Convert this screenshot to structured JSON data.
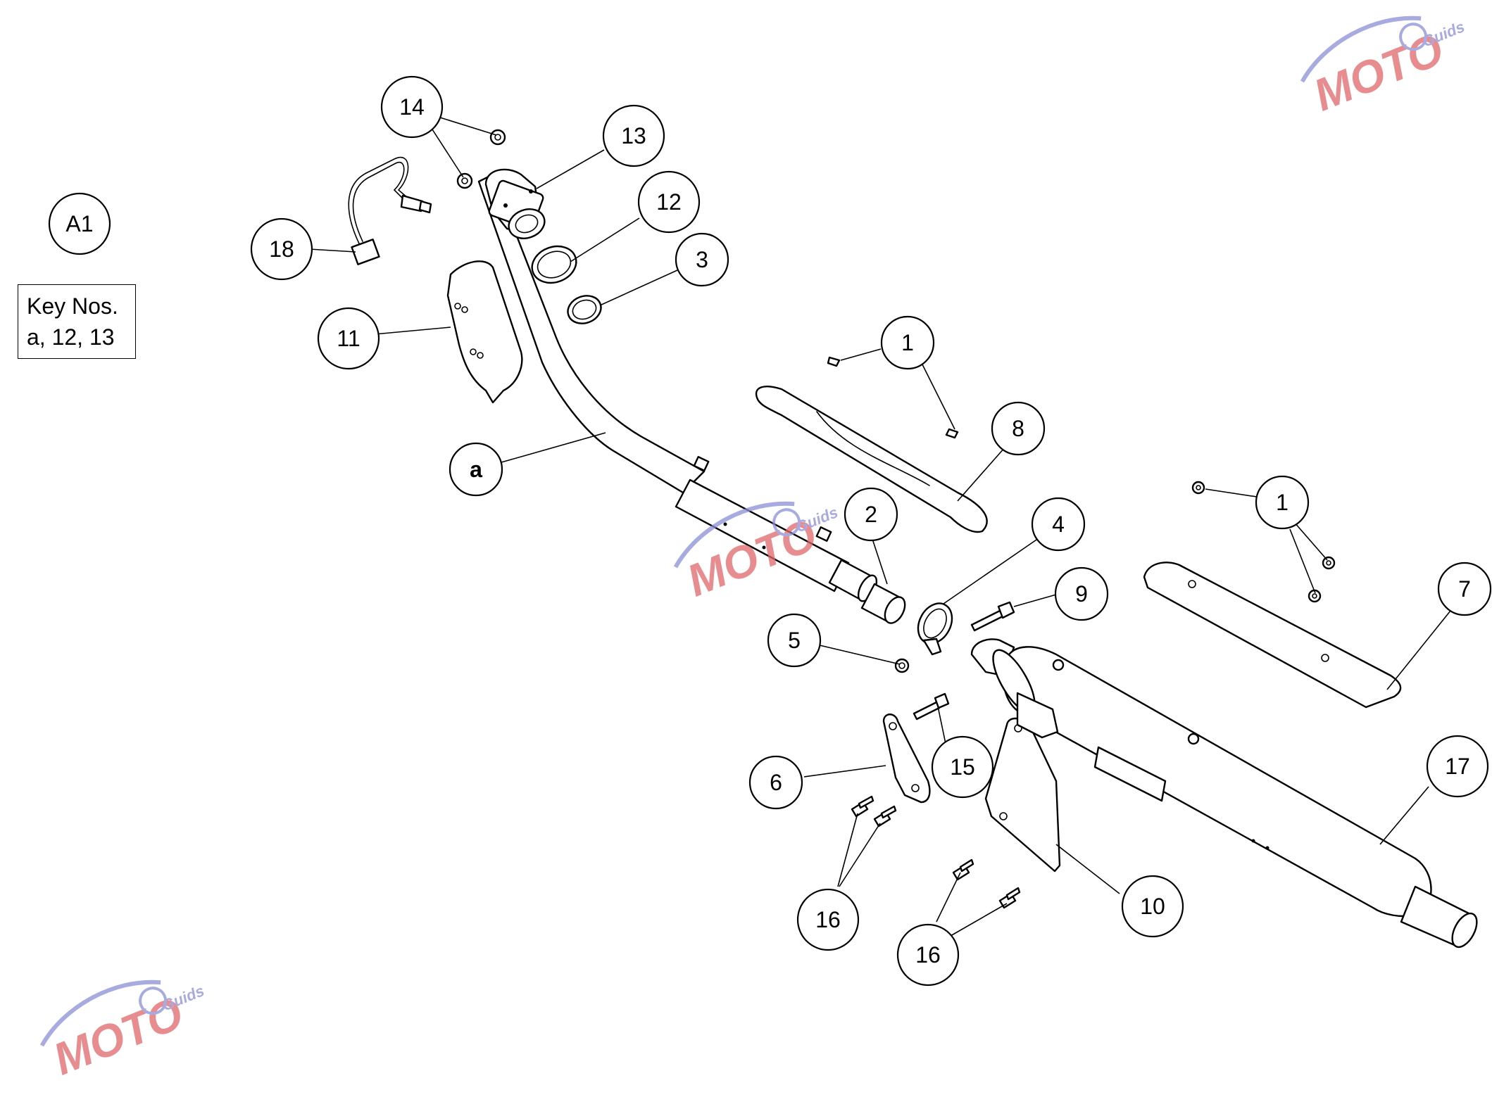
{
  "diagram": {
    "figure_label": "A1",
    "key_box": {
      "line1": "Key Nos.",
      "line2": "a, 12, 13"
    },
    "callouts": {
      "c1a": "1",
      "c1b": "1",
      "c2": "2",
      "c3": "3",
      "c4": "4",
      "c5": "5",
      "c6": "6",
      "c7": "7",
      "c8": "8",
      "c9": "9",
      "c10": "10",
      "c11": "11",
      "c12": "12",
      "c13": "13",
      "c14": "14",
      "c15": "15",
      "c16a": "16",
      "c16b": "16",
      "c17": "17",
      "c18": "18",
      "ca": "a"
    },
    "watermark": {
      "brand": "MOTO",
      "sub": "Guids",
      "colors": {
        "primary": "#e0686b",
        "accent": "#8a8fd6"
      }
    }
  }
}
